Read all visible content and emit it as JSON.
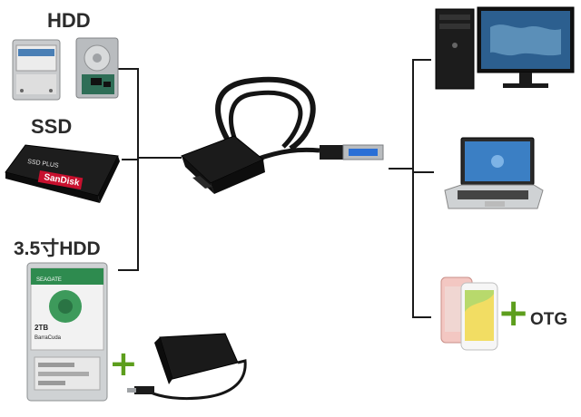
{
  "labels": {
    "hdd": "HDD",
    "ssd": "SSD",
    "hdd35": "3.5寸HDD",
    "otg": "OTG",
    "plus": "+"
  },
  "device_text": {
    "ssd_line1": "SSD PLUS",
    "ssd_brand": "SanDisk",
    "hdd_capacity": "2TB",
    "hdd_model": "BarraCuda",
    "hdd_brand": "SEAGATE"
  },
  "colors": {
    "plus_green": "#5d9e1d",
    "connector_line": "#1a1a1a",
    "usb_blue": "#2a6fd6"
  }
}
